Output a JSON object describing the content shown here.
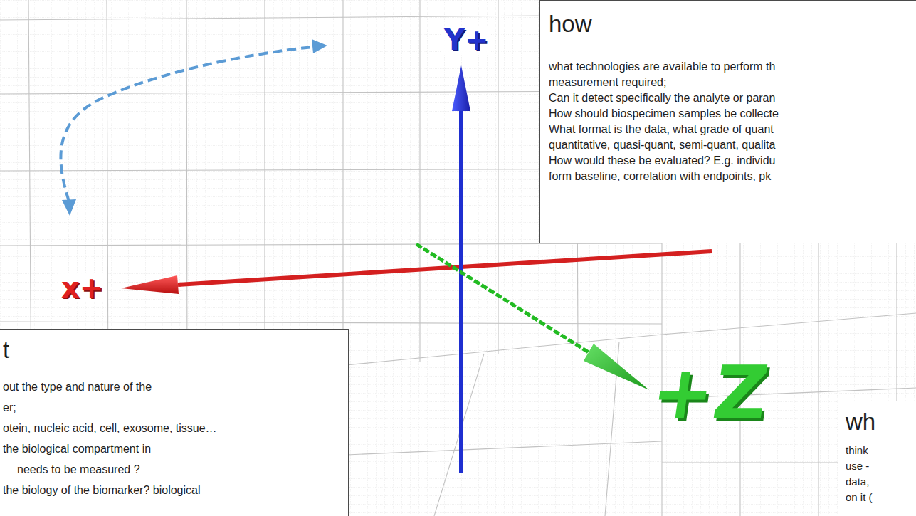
{
  "diagram": {
    "nodes": [
      {
        "text": [
          "how",
          "what technologies are available to perform th",
          "measurement required;",
          "Can it detect specifically the analyte or paran",
          "How should biospecimen samples be collecte",
          "What format is the data, what grade of quant",
          "quantitative, quasi-quant, semi-quant, qualita",
          "How would these be evaluated? E.g. individu",
          "form baseline, correlation with endpoints, pk"
        ]
      },
      {
        "text": [
          "t",
          "out the type and nature of the",
          "er;",
          "otein, nucleic acid, cell, exosome, tissue…",
          "the biological compartment in",
          "needs to be measured ?",
          "the biology of the biomarker? biological"
        ]
      },
      {
        "text": [
          "wh",
          "think",
          "use -",
          "data,",
          "on it ("
        ]
      }
    ],
    "labels": [
      "Y+",
      "x+",
      "+Z"
    ]
  }
}
